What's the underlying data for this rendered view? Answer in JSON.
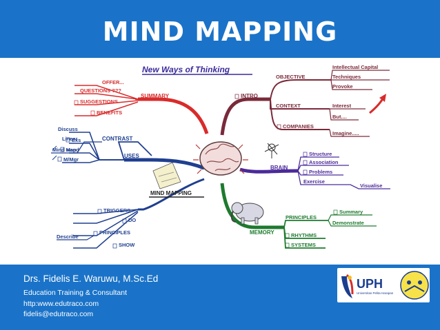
{
  "slide": {
    "title": "MIND MAPPING"
  },
  "mindmap": {
    "heading": "New Ways of Thinking",
    "center_label": "MIND MAPPING",
    "summary": {
      "label": "SUMMARY",
      "items": [
        "OFFER...",
        "QUESTIONS ???",
        "SUGGESTIONS",
        "BENEFITS"
      ]
    },
    "intro": {
      "label": "INTRO",
      "objective": "OBJECTIVE",
      "objective_items": [
        "Intellectual Capital",
        "Techniques",
        "Provoke"
      ],
      "context": "CONTEXT",
      "context_items": [
        "Interest",
        "But...."
      ],
      "companies": "COMPANIES",
      "companies_items": [
        "Imagine....."
      ]
    },
    "brain": {
      "label": "BRAIN",
      "items": [
        "Structure",
        "Association",
        "Problems",
        "Exercise"
      ],
      "visualise": "Visualise"
    },
    "contrast": {
      "label": "CONTRAST",
      "items": [
        "Linear",
        "Mind Map"
      ]
    },
    "uses": {
      "label": "USES",
      "items": [
        "Discuss",
        "Exs",
        "Hand",
        "M/Mgr"
      ]
    },
    "memory": {
      "label": "MEMORY",
      "principles": "PRINCIPLES",
      "principles_items": [
        "Summary",
        "Demonstrate"
      ],
      "rhythms": "RHYTHMS",
      "systems": "SYSTEMS"
    },
    "left_bottom": {
      "items": [
        "TRIGGERS",
        "DO",
        "PRINCIPLES",
        "SHOW"
      ],
      "describe": "Describe"
    }
  },
  "footer": {
    "author": "Drs. Fidelis E. Waruwu, M.Sc.Ed",
    "role": "Education Training & Consultant",
    "website": "http:www.edutraco.com",
    "email": "fidelis@edutraco.com"
  },
  "logos": {
    "uph": "UPH",
    "uph_sub": "Universitas Pelita Harapan"
  },
  "colors": {
    "background": "#1a73c8",
    "summary": "#d92b2b",
    "intro": "#7a2a3a",
    "brain": "#4b2a9a",
    "memory": "#1e7a2e",
    "left": "#1f3f8f"
  }
}
